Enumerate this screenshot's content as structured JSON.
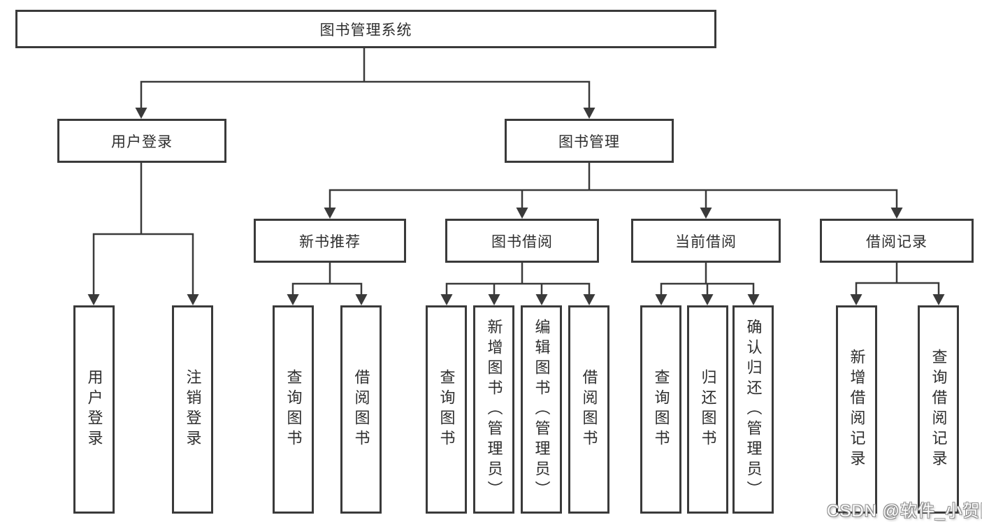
{
  "colors": {
    "line": "#3a3a3a",
    "text": "#2e2e2e",
    "background": "#ffffff",
    "watermark_fill": "#ffffff",
    "watermark_outline": "#8f8f8f"
  },
  "diagram": {
    "root": {
      "label": "图书管理系统"
    },
    "level2": [
      {
        "label": "用户登录",
        "children": [
          {
            "label": "用户登录"
          },
          {
            "label": "注销登录"
          }
        ]
      },
      {
        "label": "图书管理",
        "children": [
          {
            "label": "新书推荐",
            "children": [
              {
                "label": "查询图书"
              },
              {
                "label": "借阅图书"
              }
            ]
          },
          {
            "label": "图书借阅",
            "children": [
              {
                "label": "查询图书"
              },
              {
                "label": "新增图书（管理员）"
              },
              {
                "label": "编辑图书（管理员）"
              },
              {
                "label": "借阅图书"
              }
            ]
          },
          {
            "label": "当前借阅",
            "children": [
              {
                "label": "查询图书"
              },
              {
                "label": "归还图书"
              },
              {
                "label": "确认归还（管理员）"
              }
            ]
          },
          {
            "label": "借阅记录",
            "children": [
              {
                "label": "新增借阅记录"
              },
              {
                "label": "查询借阅记录"
              }
            ]
          }
        ]
      }
    ]
  },
  "watermark": {
    "text": "CSDN @软件_小贺同学"
  }
}
